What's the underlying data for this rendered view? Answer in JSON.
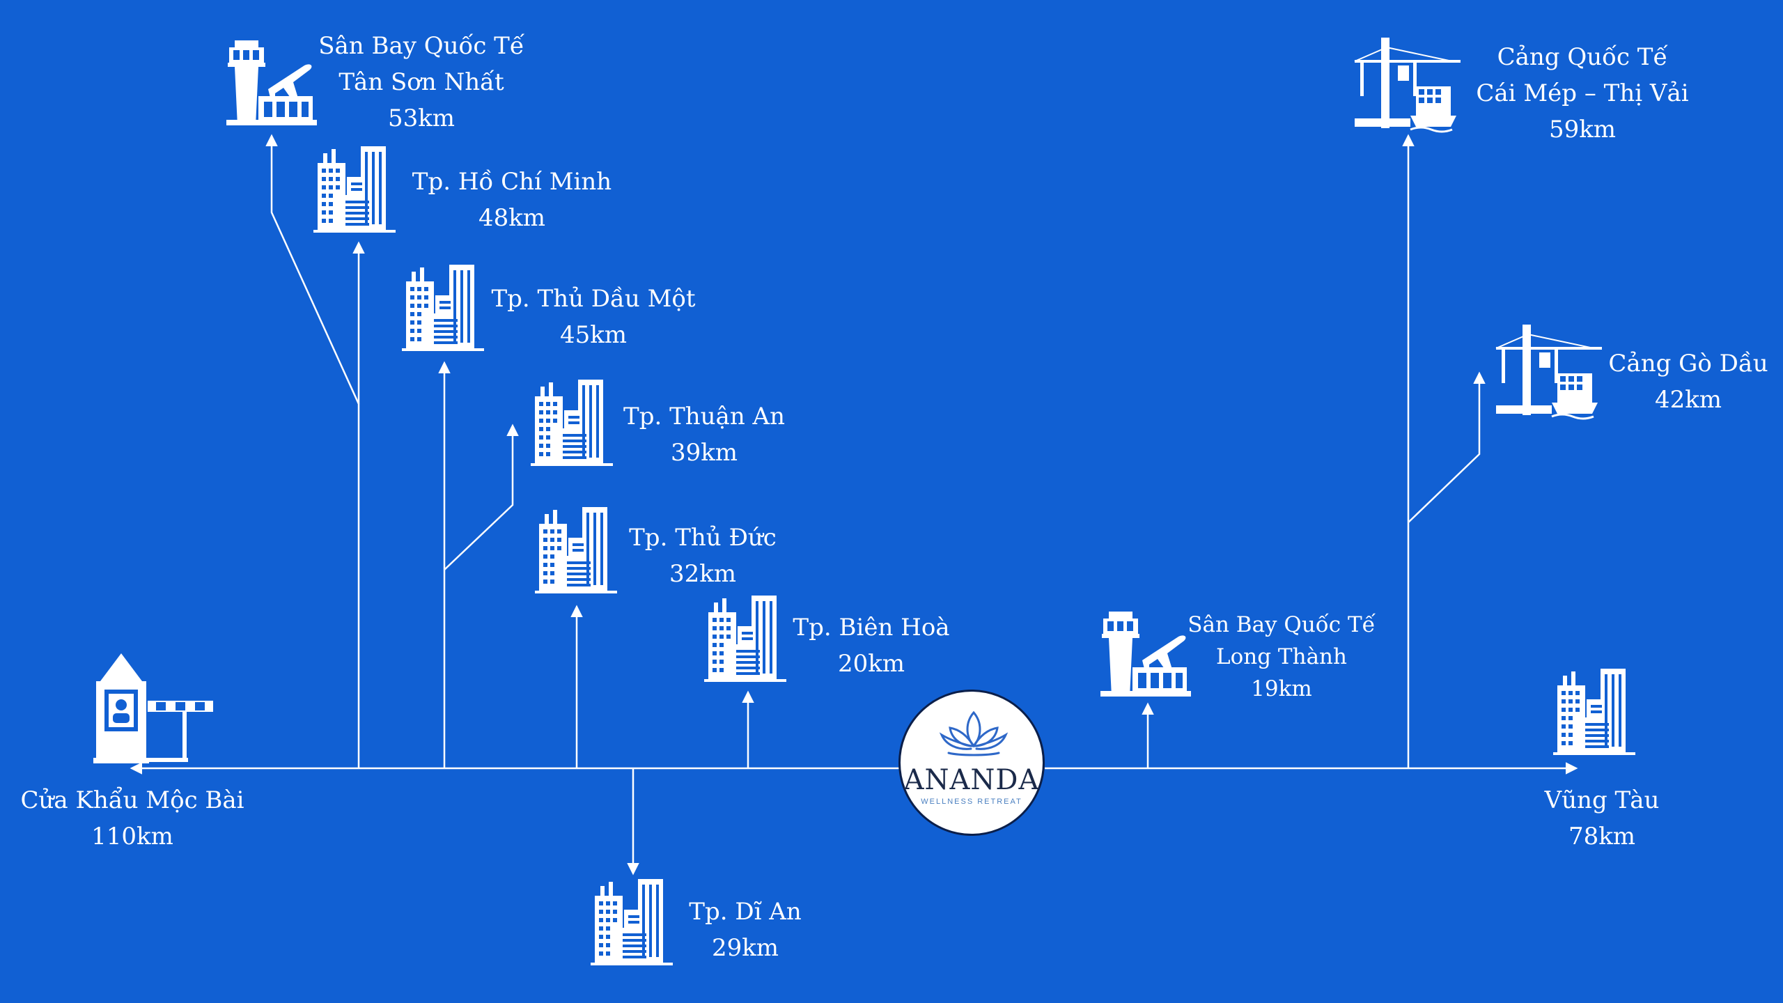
{
  "center": {
    "name": "ANANDA",
    "tagline": "WELLNESS RETREAT",
    "icon": "lotus-icon"
  },
  "colors": {
    "background": "#1160d3",
    "foreground": "#ffffff",
    "logo_text": "#1b2a4a",
    "logo_accent": "#2e68c8"
  },
  "destinations": [
    {
      "id": "tan-son-nhat",
      "icon": "airport-icon",
      "lines": [
        "Sân Bay Quốc Tế",
        "Tân Sơn Nhất"
      ],
      "distance": "53km"
    },
    {
      "id": "ho-chi-minh",
      "icon": "city-icon",
      "lines": [
        "Tp. Hồ Chí Minh"
      ],
      "distance": "48km"
    },
    {
      "id": "thu-dau-mot",
      "icon": "city-icon",
      "lines": [
        "Tp. Thủ Dầu Một"
      ],
      "distance": "45km"
    },
    {
      "id": "thuan-an",
      "icon": "city-icon",
      "lines": [
        "Tp. Thuận An"
      ],
      "distance": "39km"
    },
    {
      "id": "thu-duc",
      "icon": "city-icon",
      "lines": [
        "Tp. Thủ Đức"
      ],
      "distance": "32km"
    },
    {
      "id": "bien-hoa",
      "icon": "city-icon",
      "lines": [
        "Tp. Biên Hoà"
      ],
      "distance": "20km"
    },
    {
      "id": "di-an",
      "icon": "city-icon",
      "lines": [
        "Tp. Dĩ An"
      ],
      "distance": "29km"
    },
    {
      "id": "moc-bai",
      "icon": "border-gate-icon",
      "lines": [
        "Cửa Khẩu Mộc Bài"
      ],
      "distance": "110km"
    },
    {
      "id": "long-thanh",
      "icon": "airport-icon",
      "lines": [
        "Sân Bay Quốc Tế",
        "Long Thành"
      ],
      "distance": "19km"
    },
    {
      "id": "cai-mep",
      "icon": "port-icon",
      "lines": [
        "Cảng Quốc Tế",
        "Cái Mép – Thị Vải"
      ],
      "distance": "59km"
    },
    {
      "id": "go-dau",
      "icon": "port-icon",
      "lines": [
        "Cảng Gò Dầu"
      ],
      "distance": "42km"
    },
    {
      "id": "vung-tau",
      "icon": "city-icon",
      "lines": [
        "Vũng Tàu"
      ],
      "distance": "78km"
    }
  ]
}
